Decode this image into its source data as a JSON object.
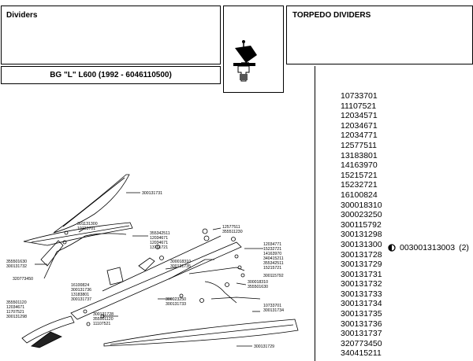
{
  "header": {
    "section_title": "Dividers",
    "page_title": "TORPEDO DIVIDERS",
    "model_line": "BG \"L\"  L600  (1992 - 6046110500)"
  },
  "parts_list": [
    "10733701",
    "11107521",
    "12034571",
    "12034671",
    "12034771",
    "12577511",
    "13183801",
    "14163970",
    "15215721",
    "15232721",
    "16100824",
    "300018310",
    "300023250",
    "300115792",
    "300131298",
    "300131300",
    "300131728",
    "300131729",
    "300131731",
    "300131732",
    "300131733",
    "300131734",
    "300131735",
    "300131736",
    "300131737",
    "320773450",
    "340415211"
  ],
  "highlight": {
    "symbol": "half-filled-circle-icon",
    "part_number": "003001313003",
    "quantity": "(2)"
  },
  "diagram_labels": [
    "300131731",
    "301131300",
    "10733701",
    "355342511",
    "12034671",
    "12034671",
    "13761721",
    "300018310",
    "300131735",
    "12577511",
    "355511230",
    "12034771",
    "15232721",
    "14163970",
    "340415211",
    "15215721",
    "355342511",
    "300115792",
    "355501630",
    "300131732",
    "320773450",
    "16100824",
    "300131736",
    "13183801",
    "300131737",
    "300023250",
    "300131733",
    "300018310",
    "355501630",
    "10733701",
    "300131734",
    "355501120",
    "12034671",
    "11707521",
    "300131298",
    "300131728",
    "355501120",
    "11107521",
    "300131729"
  ]
}
